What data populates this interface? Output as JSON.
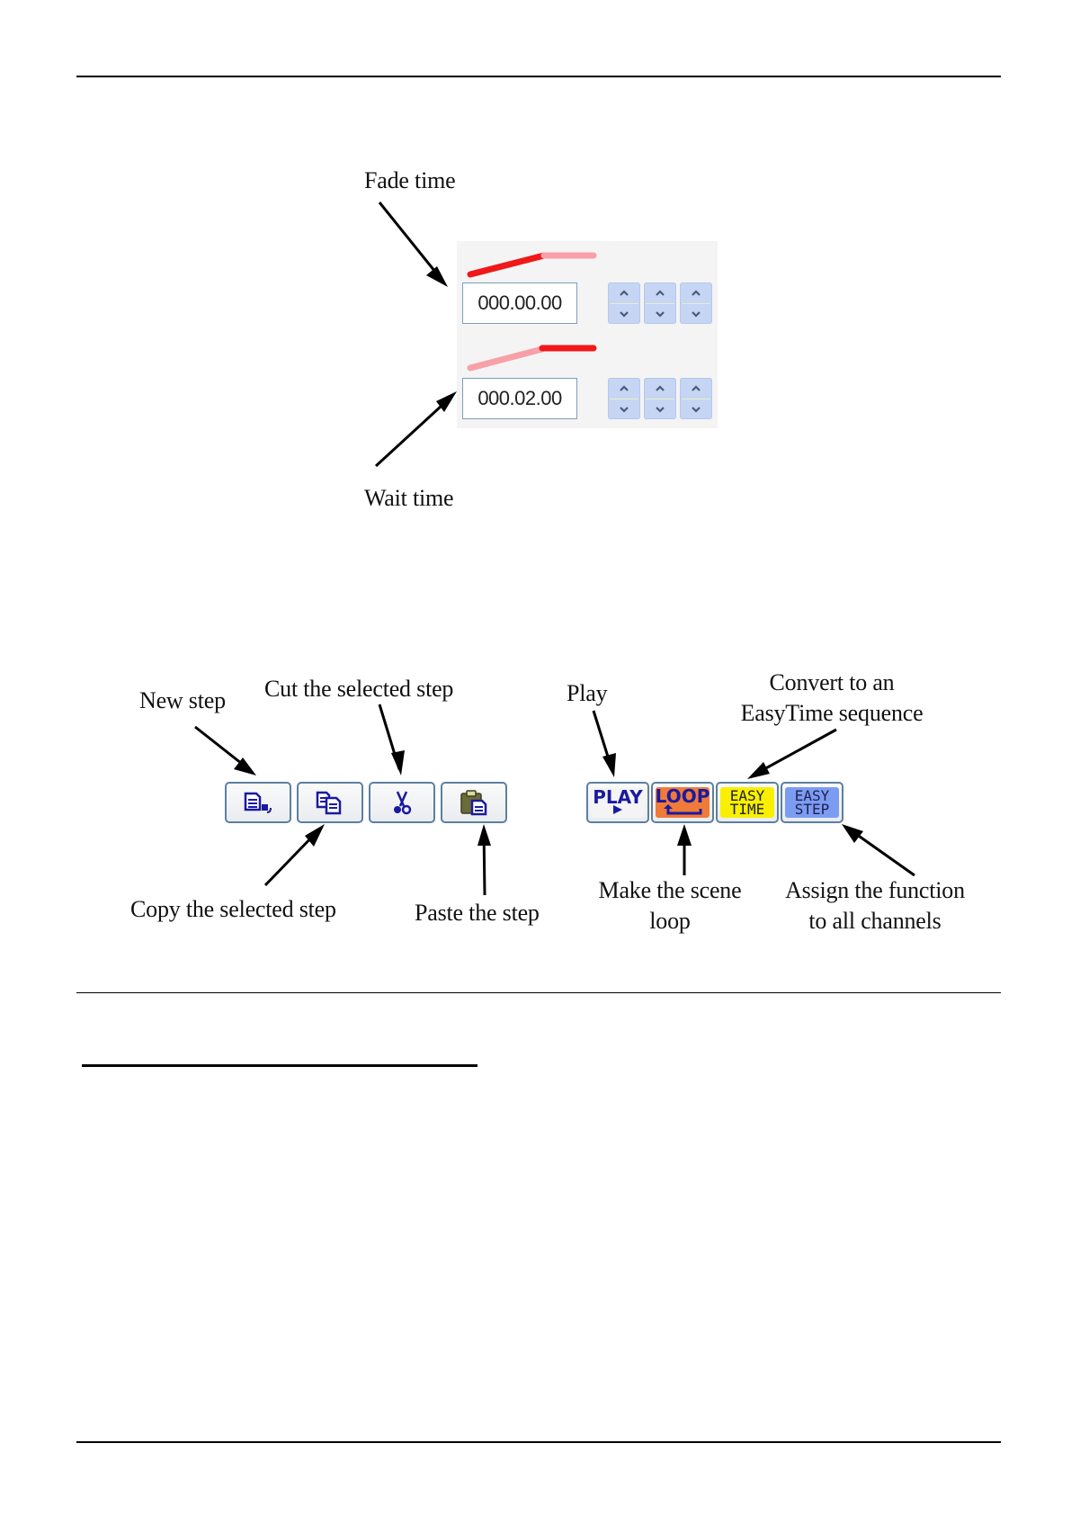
{
  "figure1": {
    "labels": {
      "fade_time": "Fade time",
      "wait_time": "Wait time"
    },
    "fade_time_value": "000.00.00",
    "wait_time_value": "000.02.00",
    "colors": {
      "curve_active": "#f01818",
      "curve_inactive": "#f8a0a8",
      "spinner_bg": "#c5d5f3",
      "spinner_arrow": "#4a5a78",
      "panel_bg": "#f4f4f4",
      "input_border": "#7f9db9"
    }
  },
  "figure2": {
    "left_group": {
      "buttons": [
        {
          "id": "new-step",
          "icon": "new-step-icon"
        },
        {
          "id": "copy-step",
          "icon": "copy-icon"
        },
        {
          "id": "cut-step",
          "icon": "scissors-icon"
        },
        {
          "id": "paste-step",
          "icon": "clipboard-paste-icon"
        }
      ],
      "labels": {
        "new_step": "New step",
        "cut": "Cut the selected step",
        "copy": "Copy the selected step",
        "paste": "Paste the step"
      }
    },
    "right_group": {
      "buttons": [
        {
          "id": "play",
          "line1": "PLAY",
          "icon": "play-triangle-icon",
          "bg": "#f4f4f4"
        },
        {
          "id": "loop",
          "line1": "LOOP",
          "icon": "loop-arrow-icon",
          "bg": "#f07a38"
        },
        {
          "id": "easy-time",
          "line1": "EASY",
          "line2": "TIME",
          "bg": "#f8f000"
        },
        {
          "id": "easy-step",
          "line1": "EASY",
          "line2": "STEP",
          "bg": "#7c9cf2"
        }
      ],
      "labels": {
        "play": "Play",
        "convert_line1": "Convert to an",
        "convert_line2": "EasyTime sequence",
        "loop_line1": "Make the scene",
        "loop_line2": "loop",
        "assign_line1": "Assign the function",
        "assign_line2": "to all channels"
      }
    },
    "colors": {
      "button_border": "#5d7fa0",
      "icon_blue": "#1a1aa0",
      "clipboard_olive": "#6b6b3a"
    }
  }
}
